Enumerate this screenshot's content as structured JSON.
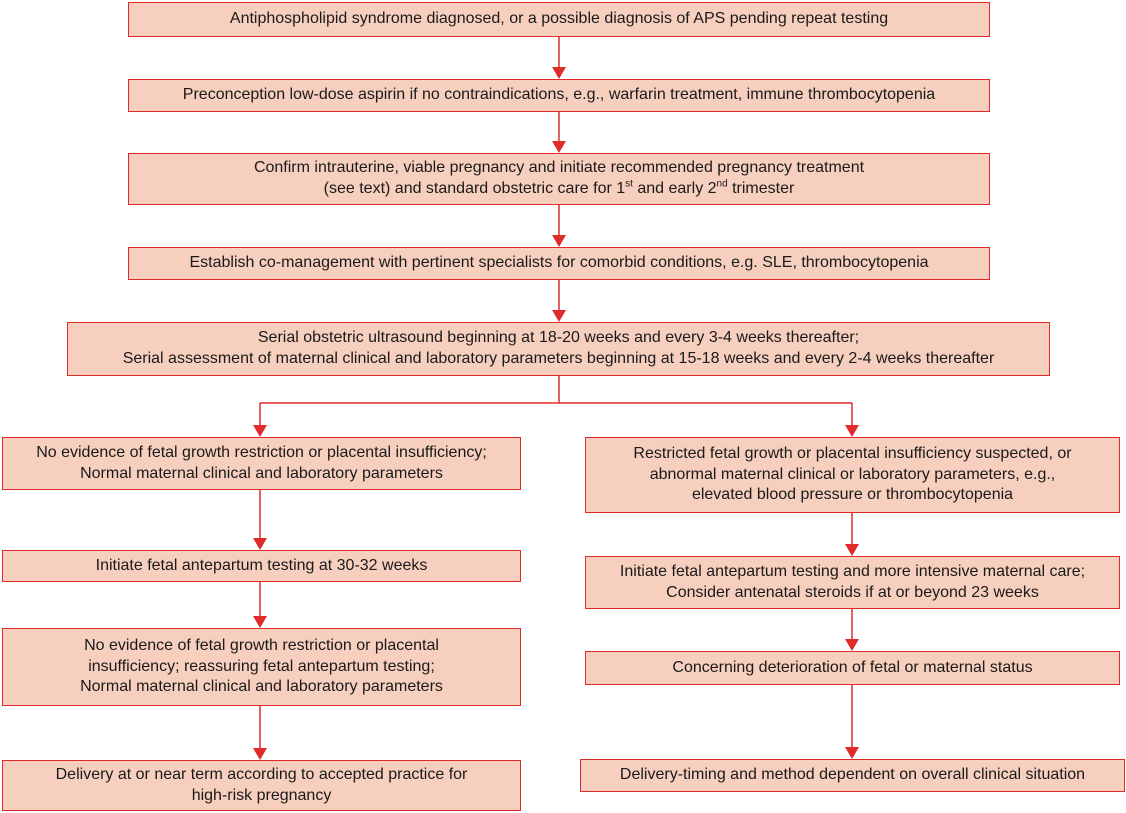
{
  "diagram": {
    "colors": {
      "box_fill": "#f7cfbe",
      "box_border": "#e02b2b",
      "connector": "#e02b2b"
    },
    "boxes": {
      "b1": {
        "lines": [
          "Antiphospholipid syndrome diagnosed, or a possible diagnosis of APS pending repeat testing"
        ]
      },
      "b2": {
        "lines": [
          "Preconception low-dose aspirin if no contraindications, e.g., warfarin treatment, immune thrombocytopenia"
        ]
      },
      "b3": {
        "line1": "Confirm intrauterine, viable pregnancy and initiate recommended pregnancy treatment",
        "line2_a": "(see text) and standard obstetric care for 1",
        "line2_sup1": "st",
        "line2_b": " and early 2",
        "line2_sup2": "nd",
        "line2_c": " trimester"
      },
      "b4": {
        "lines": [
          "Establish co-management with pertinent specialists for comorbid conditions, e.g. SLE, thrombocytopenia"
        ]
      },
      "b5": {
        "lines": [
          "Serial obstetric ultrasound beginning at 18-20 weeks and every 3-4 weeks thereafter;",
          "Serial assessment of maternal clinical and laboratory parameters beginning at 15-18 weeks and every 2-4 weeks thereafter"
        ]
      },
      "L1": {
        "lines": [
          "No evidence of fetal growth restriction or placental insufficiency;",
          "Normal maternal clinical and laboratory parameters"
        ]
      },
      "L2": {
        "lines": [
          "Initiate fetal antepartum testing at 30-32 weeks"
        ]
      },
      "L3": {
        "lines": [
          "No evidence of fetal growth restriction or placental",
          "insufficiency; reassuring fetal antepartum testing;",
          "Normal maternal clinical and laboratory parameters"
        ]
      },
      "L4": {
        "lines": [
          "Delivery at or near term according to accepted practice for",
          "high-risk pregnancy"
        ]
      },
      "R1": {
        "lines": [
          "Restricted fetal growth or placental insufficiency suspected, or",
          "abnormal maternal clinical or laboratory parameters, e.g.,",
          "elevated blood pressure or thrombocytopenia"
        ]
      },
      "R2": {
        "lines": [
          "Initiate fetal antepartum testing and more intensive maternal care;",
          "Consider antenatal steroids if at or beyond 23 weeks"
        ]
      },
      "R3": {
        "lines": [
          "Concerning deterioration of fetal or maternal status"
        ]
      },
      "R4": {
        "lines": [
          "Delivery-timing and method dependent on overall clinical situation"
        ]
      }
    }
  }
}
